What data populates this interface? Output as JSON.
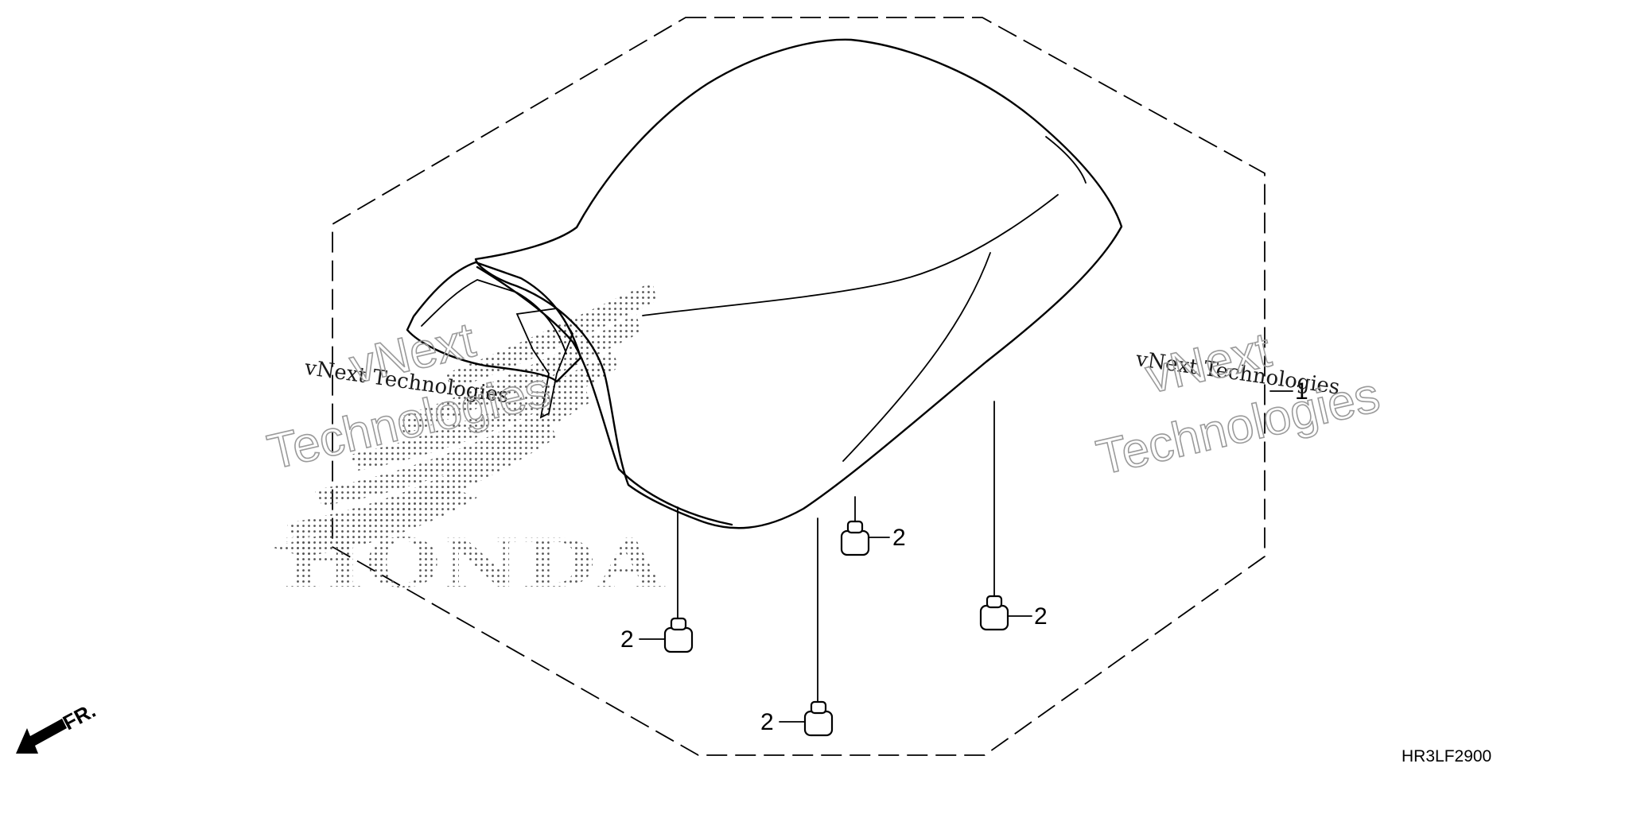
{
  "diagram": {
    "callouts": [
      {
        "id": "seat",
        "label": "1"
      },
      {
        "id": "cushion-a",
        "label": "2"
      },
      {
        "id": "cushion-b",
        "label": "2"
      },
      {
        "id": "cushion-c",
        "label": "2"
      },
      {
        "id": "cushion-d",
        "label": "2"
      }
    ],
    "diagram_code": "HR3LF2900",
    "direction_label": "FR.",
    "watermark": {
      "company_line": "vNext Technologies",
      "outline_top": "vNext",
      "outline_bottom": "Technologies"
    },
    "logo_text": "HONDA",
    "colors": {
      "ink": "#000000",
      "halftone": "#555555",
      "watermark_outline": "#9a9a9a"
    }
  }
}
